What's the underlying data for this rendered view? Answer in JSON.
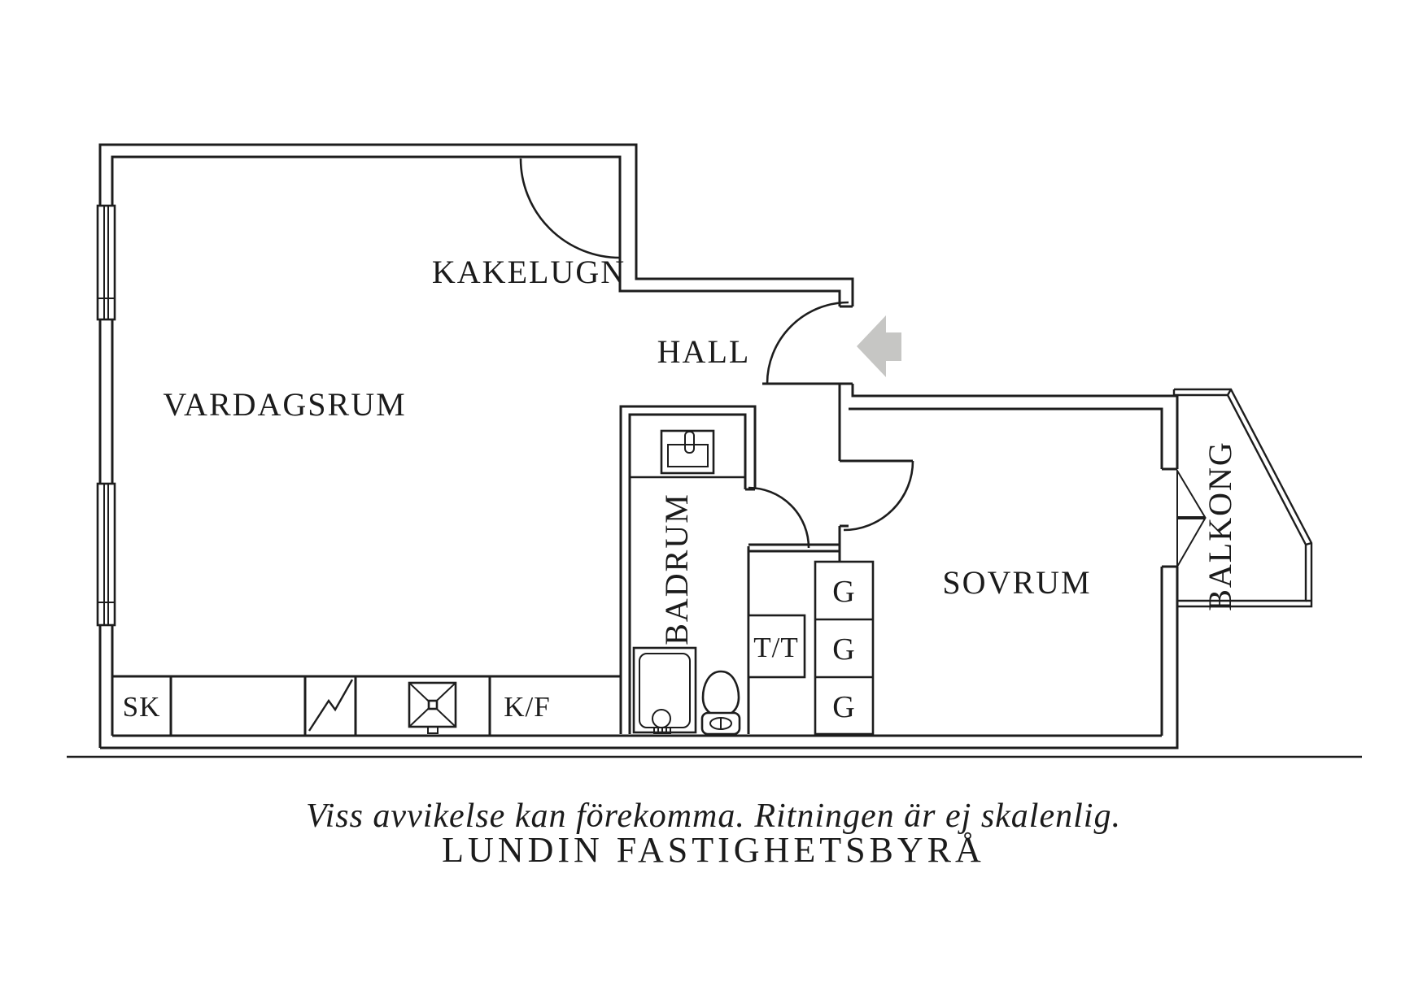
{
  "meta": {
    "background_color": "#ffffff",
    "line_color": "#1d1d1d",
    "entry_arrow_color": "#c6c6c4",
    "diagram_type": "apartment floor plan"
  },
  "rooms": {
    "living_room": "VARDAGSRUM",
    "tiled_stove": "KAKELUGN",
    "hall": "HALL",
    "bathroom": "BADRUM",
    "bedroom": "SOVRUM",
    "balcony": "BALKONG"
  },
  "fixtures": {
    "closet": "SK",
    "fridge_freezer": "K/F",
    "washer_dryer": "T/T",
    "wardrobes": [
      "G",
      "G",
      "G"
    ]
  },
  "footer": {
    "disclaimer": "Viss avvikelse kan förekomma. Ritningen är ej skalenlig.",
    "brand": "LUNDIN FASTIGHETSBYRÅ"
  }
}
